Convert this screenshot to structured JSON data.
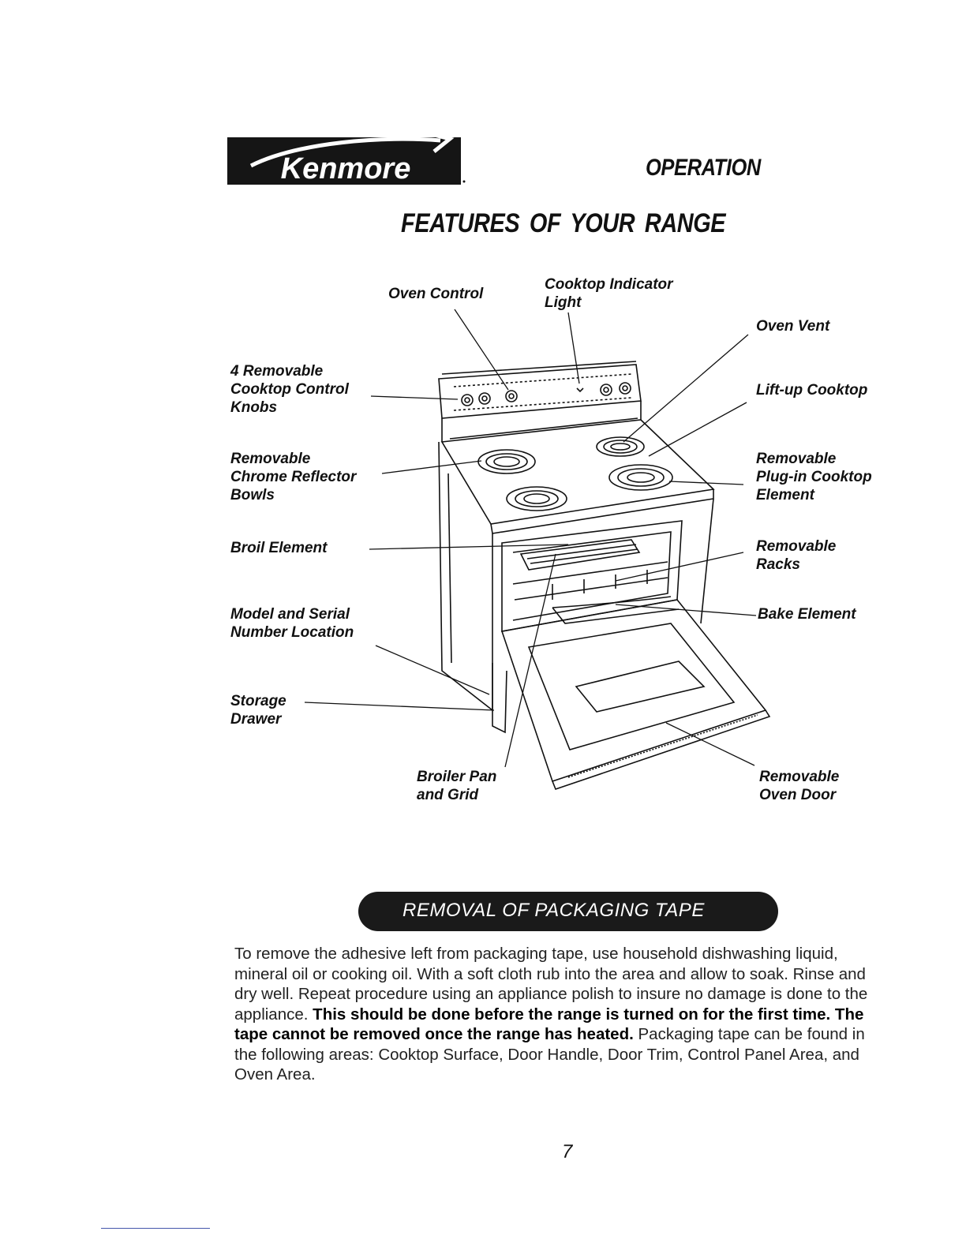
{
  "header": {
    "brand": "Kenmore",
    "section": "OPERATION",
    "title": "FEATURES OF YOUR RANGE"
  },
  "diagram": {
    "labels": {
      "oven_control": "Oven Control",
      "cooktop_indicator_light": "Cooktop Indicator\nLight",
      "oven_vent": "Oven Vent",
      "cooktop_control_knobs": "4 Removable\nCooktop Control\nKnobs",
      "lift_up_cooktop": "Lift-up Cooktop",
      "chrome_reflector_bowls": "Removable\nChrome Reflector\nBowls",
      "plug_in_cooktop_element": "Removable\nPlug-in Cooktop\nElement",
      "broil_element": "Broil Element",
      "removable_racks": "Removable\nRacks",
      "model_serial_location": "Model and Serial\nNumber Location",
      "bake_element": "Bake Element",
      "storage_drawer": "Storage\nDrawer",
      "broiler_pan_grid": "Broiler Pan\nand Grid",
      "removable_oven_door": "Removable\nOven Door"
    }
  },
  "packaging": {
    "heading": "REMOVAL OF PACKAGING TAPE",
    "text_intro": "To remove the adhesive left from packaging tape, use household dishwashing liquid, mineral oil or cooking oil. With a soft cloth rub into the area and allow to soak. Rinse and dry well. Repeat procedure using an appliance polish to insure no damage is done to the appliance. ",
    "text_bold": "This should be done before the range is turned on for the first time. The tape cannot be removed once the range has heated.",
    "text_outro": " Packaging tape can be found in the following areas: Cooktop Surface, Door Handle, Door Trim, Control Panel Area, and Oven Area."
  },
  "page_number": "7"
}
